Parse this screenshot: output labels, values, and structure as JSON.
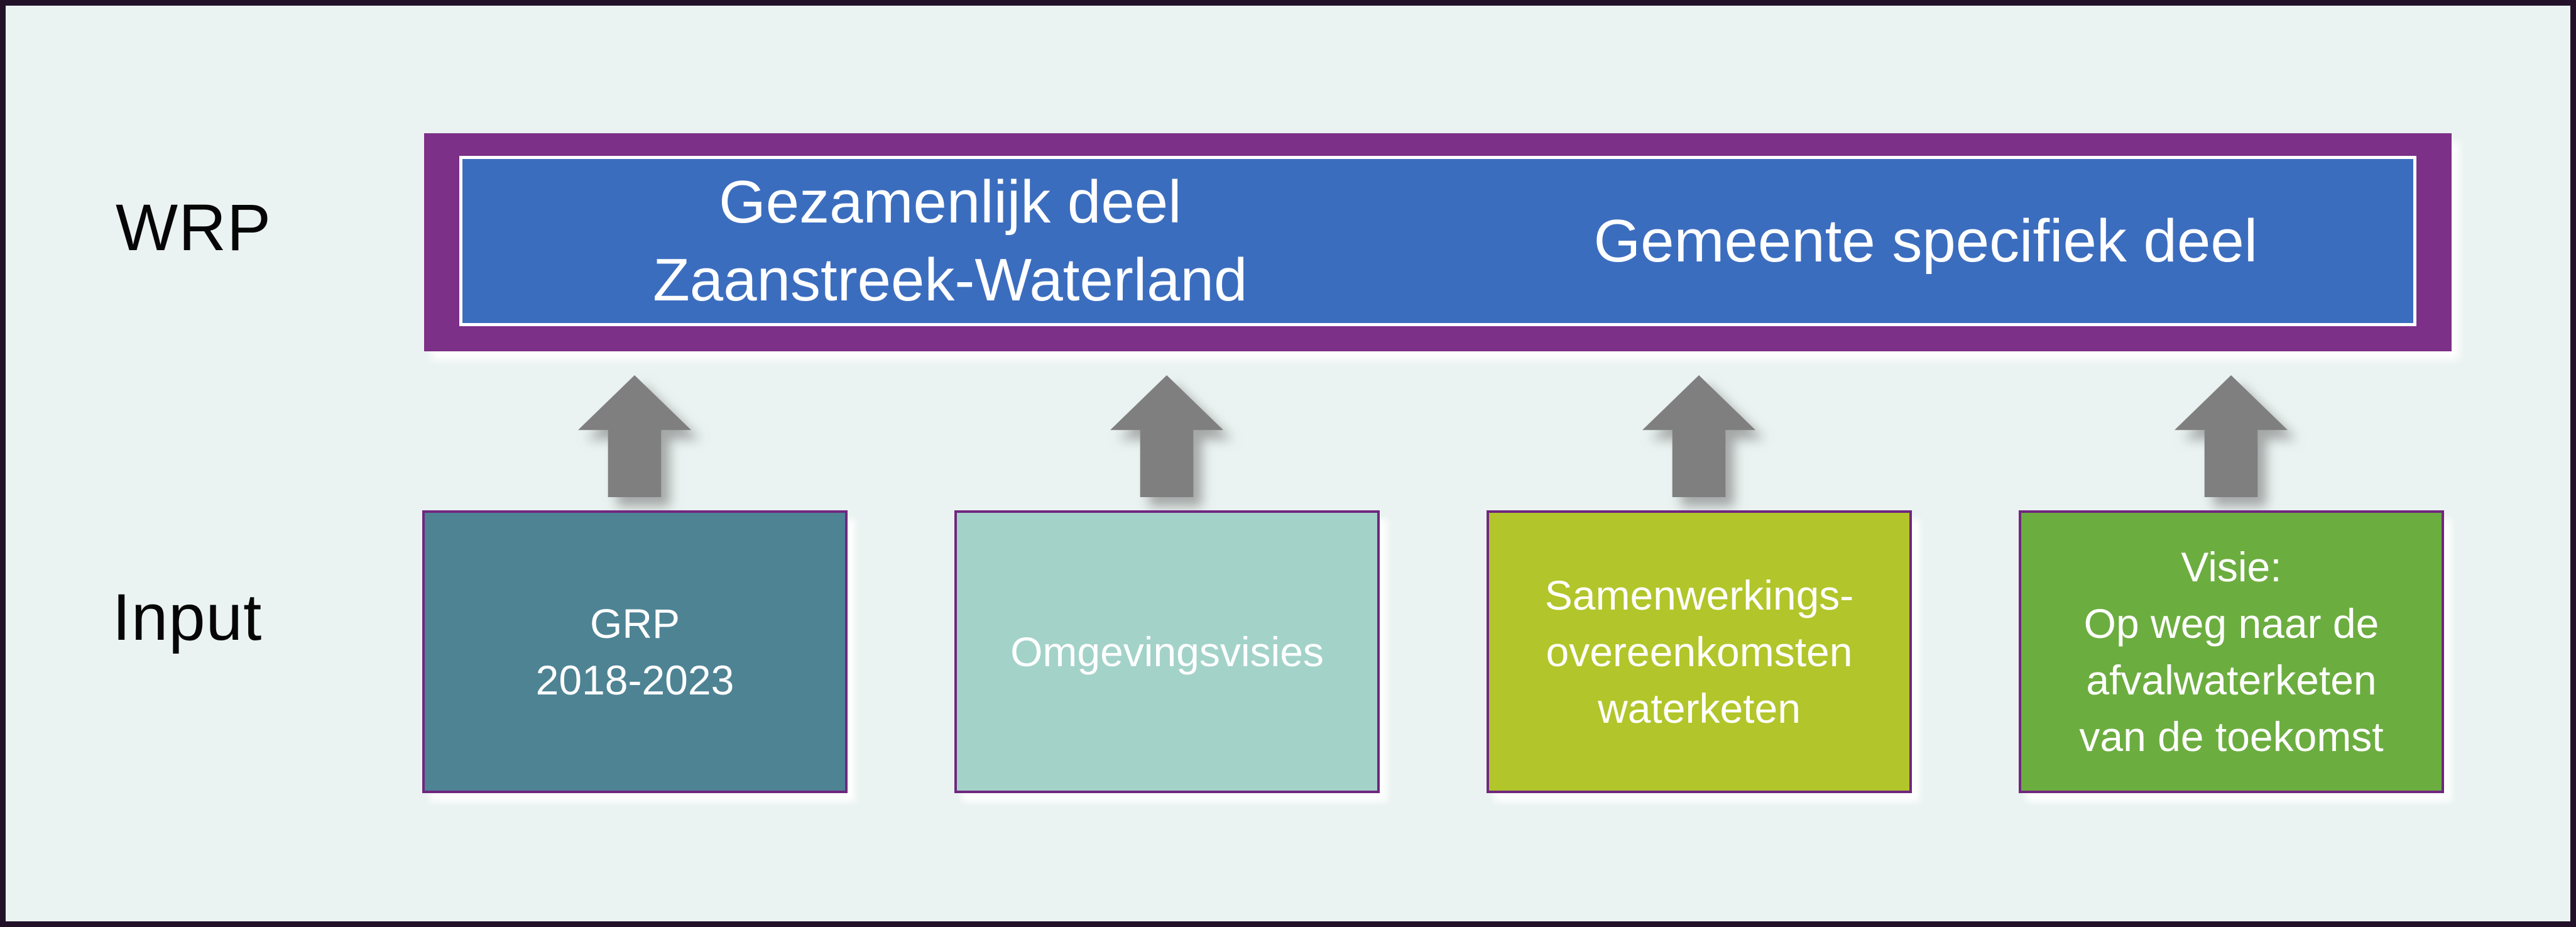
{
  "diagram": {
    "row_labels": {
      "wrp": "WRP",
      "input": "Input"
    },
    "wrp_banner": {
      "joint_section_lines": [
        "Gezamenlijk deel",
        "Zaanstreek-Waterland"
      ],
      "municipal_section_label": "Gemeente specifiek deel"
    },
    "input_boxes": [
      {
        "name": "grp",
        "lines": [
          "GRP",
          "2018-2023"
        ],
        "fill": "#4e8394"
      },
      {
        "name": "omgevingsvisies",
        "lines": [
          "Omgevingsvisies"
        ],
        "fill": "#a3d2c9"
      },
      {
        "name": "samenwerkingsovereenkomsten-waterketen",
        "lines": [
          "Samenwerkings-",
          "overeenkomsten",
          "waterketen"
        ],
        "fill": "#b2c52a"
      },
      {
        "name": "visie-afvalwaterketen",
        "lines": [
          "Visie:",
          "Op weg naar de",
          "afvalwaterketen",
          "van de toekomst"
        ],
        "fill": "#6cad40"
      }
    ],
    "colors": {
      "background": "#eaf3f1",
      "frame_border": "#23112a",
      "banner_purple": "#7c3087",
      "banner_blue": "#3b6dbf",
      "banner_inner_border": "#ffffff",
      "box_border": "#70277f",
      "arrow_gray": "#7f7f7f",
      "label_text": "#060606",
      "light_text": "#ffffff"
    }
  }
}
